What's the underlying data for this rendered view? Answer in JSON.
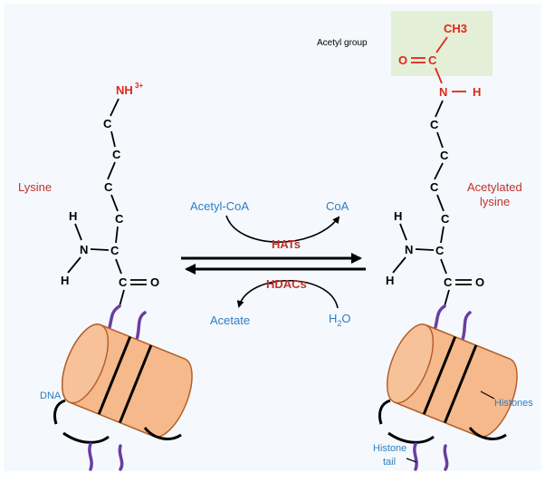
{
  "left": {
    "title": "Lysine",
    "atoms": {
      "amine": "NH",
      "amine_charge": "3+",
      "carbon": "C",
      "hydrogen": "H",
      "nitrogen": "N",
      "oxygen": "O"
    },
    "dna_label": "DNA"
  },
  "right": {
    "title_line1": "Acetylated",
    "title_line2": "lysine",
    "acetyl_group_label": "Acetyl group",
    "methyl": "CH3",
    "atoms": {
      "carbon": "C",
      "hydrogen": "H",
      "nitrogen": "N",
      "oxygen": "O"
    },
    "histones_label": "Histones",
    "histone_tail_line1": "Histone",
    "histone_tail_line2": "tail"
  },
  "reaction": {
    "forward_enzyme": "HATs",
    "reverse_enzyme": "HDACs",
    "forward_substrate": "Acetyl-CoA",
    "forward_product": "CoA",
    "reverse_product": "Acetate",
    "reverse_substrate_main": "H",
    "reverse_substrate_sub": "2",
    "reverse_substrate_tail": "O"
  },
  "colors": {
    "background_panel": "#f5f9fd",
    "acetyl_highlight": "#e3efd6",
    "nucleosome": "#f5b98c",
    "nucleosome_stroke": "#b5602a",
    "histone_tail": "#6a3ea1",
    "red": "#e0261b",
    "blue": "#2f7dc0"
  }
}
